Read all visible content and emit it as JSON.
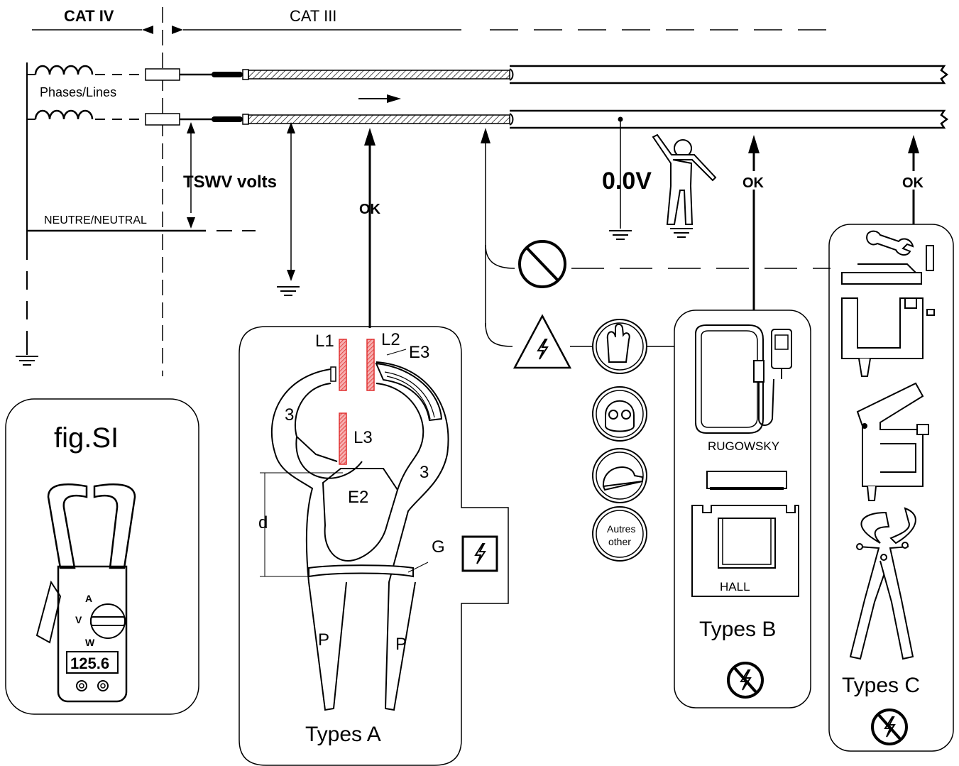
{
  "labels": {
    "cat_iv": "CAT IV",
    "cat_iii": "CAT III",
    "phases_lines": "Phases/Lines",
    "neutral": "NEUTRE/NEUTRAL",
    "tswv": "TSWV volts",
    "ok_a": "OK",
    "ok_b": "OK",
    "ok_c": "OK",
    "zero_volt": "0.0V",
    "fig_si": "fig.SI",
    "meter_reading": "125.6",
    "meter_a": "A",
    "meter_v": "V",
    "meter_w": "W",
    "l1": "L1",
    "l2": "L2",
    "l3": "L3",
    "e2": "E2",
    "e3": "E3",
    "jaw_3_left": "3",
    "jaw_3_right": "3",
    "d": "d",
    "g": "G",
    "p_left": "P",
    "p_right": "P",
    "types_a": "Types A",
    "types_b": "Types B",
    "types_c": "Types C",
    "rugowsky": "RUGOWSKY",
    "hall": "HALL",
    "autres": "Autres",
    "other": "other"
  },
  "icons": [
    "prohibited-icon",
    "high-voltage-warning-icon",
    "gloves-icon",
    "face-shield-icon",
    "helmet-icon",
    "no-live-work-icon",
    "ground-icon",
    "person-icon"
  ],
  "colors": {
    "line": "#000000",
    "insulation_red": "#e03030",
    "background": "#ffffff"
  }
}
